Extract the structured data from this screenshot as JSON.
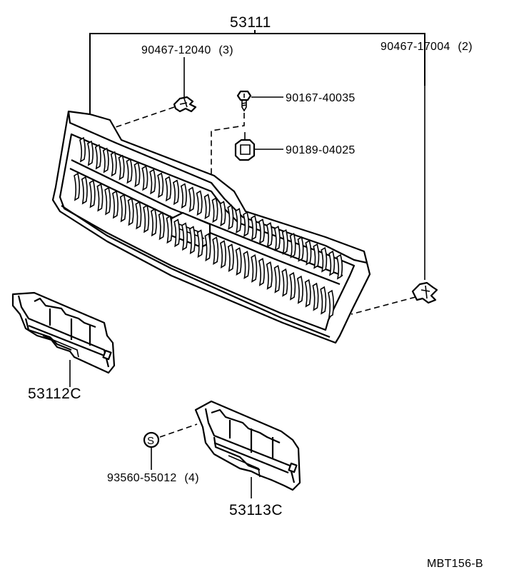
{
  "diagram_code": "MBT156-B",
  "parts": {
    "grille": {
      "number": "53111"
    },
    "clip_left": {
      "number": "90467-12040",
      "qty": "(3)"
    },
    "clip_right": {
      "number": "90467-17004",
      "qty": "(2)"
    },
    "screw": {
      "number": "90167-40035"
    },
    "nut": {
      "number": "90189-04025"
    },
    "bracket_left": {
      "number": "53112C"
    },
    "bracket_right": {
      "number": "53113C"
    },
    "clip_s": {
      "number": "93560-55012",
      "qty": "(4)",
      "symbol": "S"
    }
  }
}
